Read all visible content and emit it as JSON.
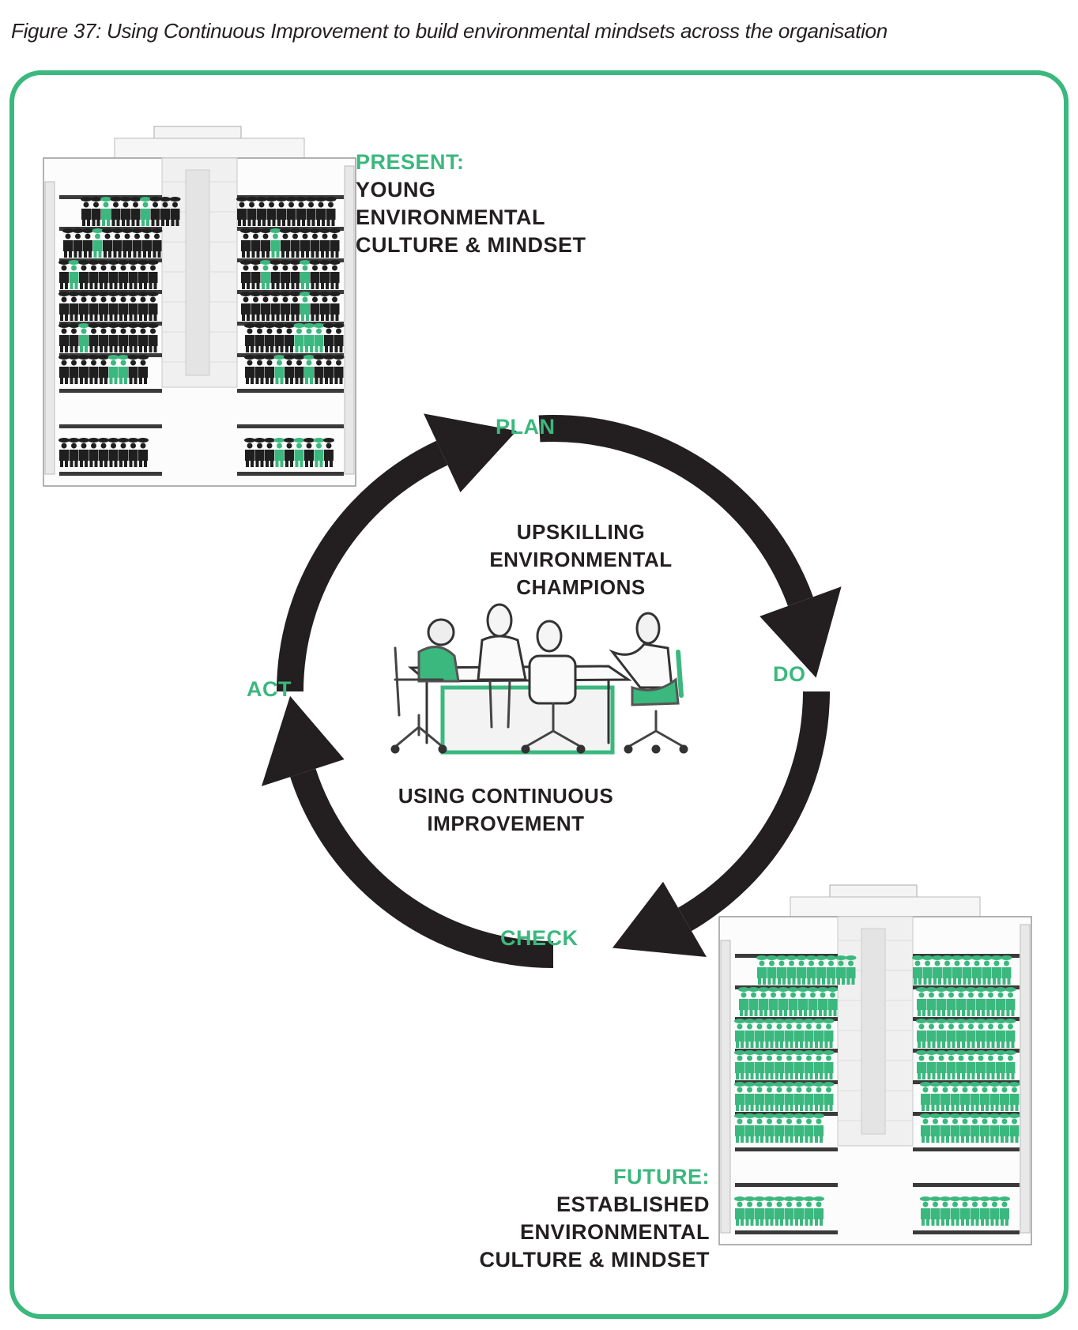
{
  "caption": "Figure 37: Using Continuous Improvement to build environmental mindsets across the organisation",
  "colors": {
    "accent_green": "#3bb87e",
    "dark": "#231f20",
    "frame": "#3bb87e"
  },
  "present": {
    "heading": "PRESENT:",
    "lines": [
      "YOUNG",
      "ENVIRONMENTAL",
      "CULTURE & MINDSET"
    ]
  },
  "future": {
    "heading": "FUTURE:",
    "lines": [
      "ESTABLISHED",
      "ENVIRONMENTAL",
      "CULTURE & MINDSET"
    ]
  },
  "cycle": {
    "stages": [
      "PLAN",
      "DO",
      "CHECK",
      "ACT"
    ],
    "top_text": [
      "UPSKILLING",
      "ENVIRONMENTAL",
      "CHAMPIONS"
    ],
    "bottom_text": [
      "USING CONTINUOUS",
      "IMPROVEMENT"
    ]
  },
  "illustrations": {
    "present_building": "building-section-mostly-dark-people",
    "future_building": "building-section-all-green-people",
    "meeting": "four-people-meeting-at-table"
  }
}
